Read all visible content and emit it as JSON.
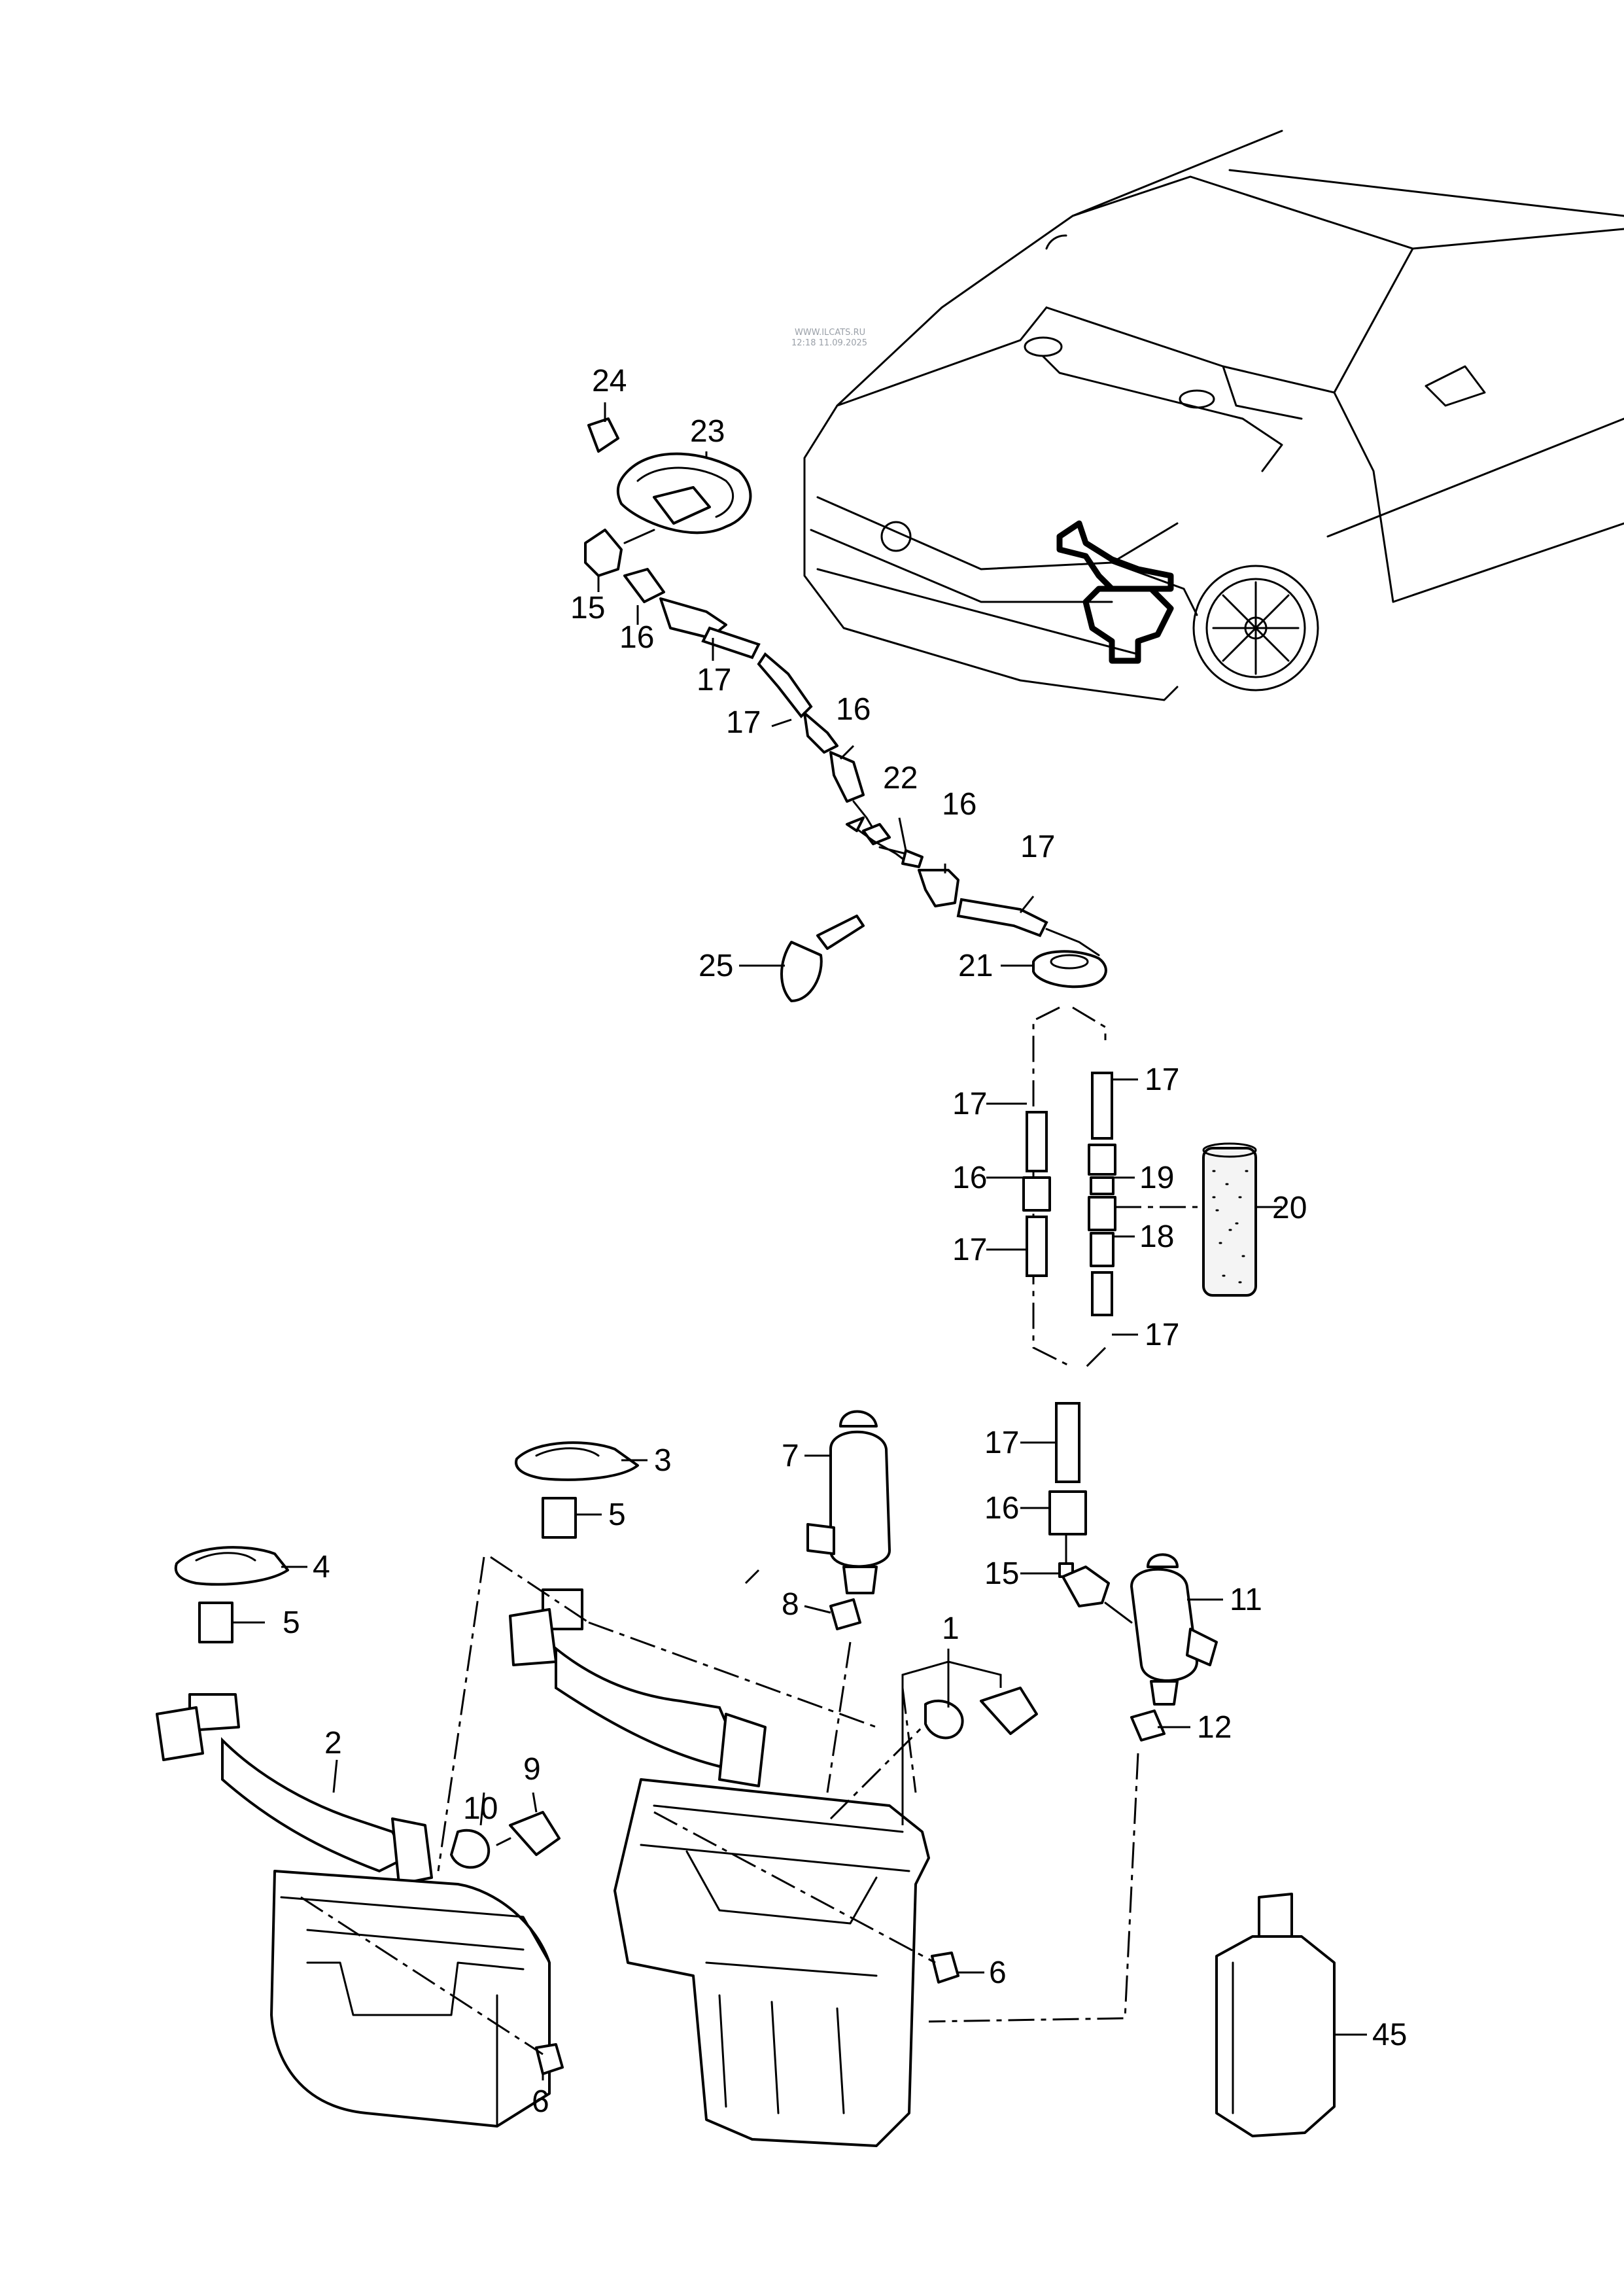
{
  "watermark": {
    "line1": "WWW.ILCATS.RU",
    "line2": "12:18 11.09.2025"
  },
  "callouts": {
    "c1": "1",
    "c2": "2",
    "c3": "3",
    "c4": "4",
    "c5a": "5",
    "c5b": "5",
    "c6a": "6",
    "c6b": "6",
    "c7": "7",
    "c8": "8",
    "c9": "9",
    "c10": "10",
    "c11": "11",
    "c12": "12",
    "c15a": "15",
    "c15b": "15",
    "c16a": "16",
    "c16b": "16",
    "c16c": "16",
    "c16d": "16",
    "c16e": "16",
    "c17a": "17",
    "c17b": "17",
    "c17c": "17",
    "c17d": "17",
    "c17e": "17",
    "c17f": "17",
    "c17g": "17",
    "c17h": "17",
    "c18": "18",
    "c19": "19",
    "c20": "20",
    "c21": "21",
    "c22": "22",
    "c23": "23",
    "c24": "24",
    "c25": "25",
    "c45": "45"
  }
}
